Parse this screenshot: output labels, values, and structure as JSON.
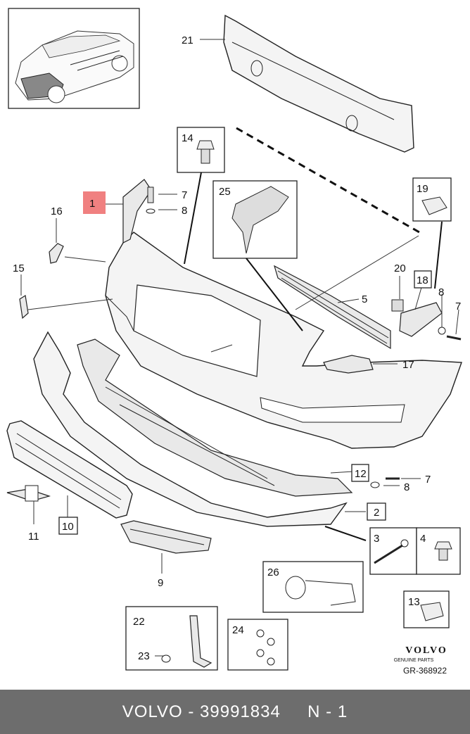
{
  "callouts": {
    "c1": "1",
    "c2": "2",
    "c3": "3",
    "c4": "4",
    "c5": "5",
    "c7a": "7",
    "c7b": "7",
    "c7c": "7",
    "c8a": "8",
    "c8b": "8",
    "c8c": "8",
    "c9": "9",
    "c10": "10",
    "c11": "11",
    "c12": "12",
    "c13": "13",
    "c14": "14",
    "c15": "15",
    "c16": "16",
    "c17": "17",
    "c18": "18",
    "c19": "19",
    "c20": "20",
    "c21": "21",
    "c22": "22",
    "c23": "23",
    "c24": "24",
    "c25": "25",
    "c26": "26"
  },
  "brand": {
    "logo_text": "VOLVO",
    "logo_subtext": "GENUINE PARTS",
    "diagram_ref": "GR-368922"
  },
  "footer": {
    "brand": "VOLVO",
    "separator": " - ",
    "part_number": "39991834",
    "gap": "     ",
    "note": "N - 1"
  },
  "colors": {
    "highlight": "#f08080",
    "footer_bg": "#6d6d6d",
    "line": "#222222"
  }
}
